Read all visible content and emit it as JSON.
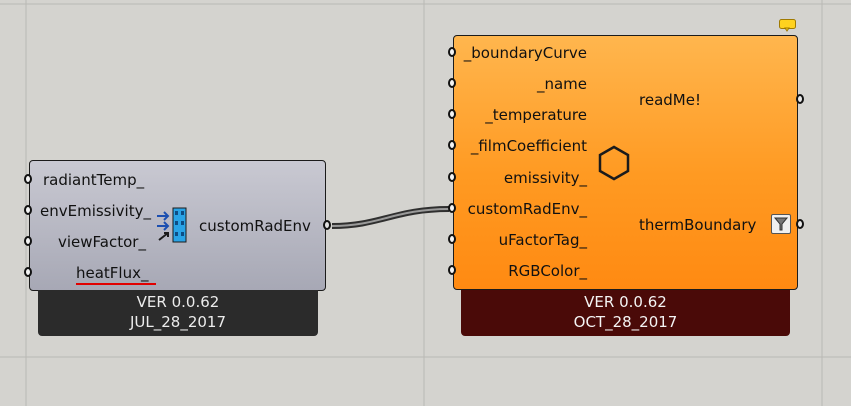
{
  "left_component": {
    "inputs": [
      "radiantTemp_",
      "envEmissivity_",
      "viewFactor_",
      "heatFlux_"
    ],
    "output": "customRadEnv",
    "version": "VER 0.0.62",
    "date": "JUL_28_2017"
  },
  "right_component": {
    "inputs": [
      "_boundaryCurve",
      "_name",
      "_temperature",
      "_filmCoefficient",
      "emissivity_",
      "customRadEnv_",
      "uFactorTag_",
      "RGBColor_"
    ],
    "outputs": [
      "readMe!",
      "thermBoundary"
    ],
    "version": "VER 0.0.62",
    "date": "OCT_28_2017"
  },
  "colors": {
    "canvas": "#d4d3cf",
    "left_body": "#b4b5c1",
    "right_body": "#ff9a22",
    "left_footer": "#2b2b2b",
    "right_footer": "#4a0a08",
    "error_underline": "#e10000"
  },
  "icons": {
    "left_center": "custom-radiant-env-icon",
    "right_center": "hexagon-icon",
    "therm_output": "funnel-icon",
    "note": "note-balloon-icon"
  }
}
